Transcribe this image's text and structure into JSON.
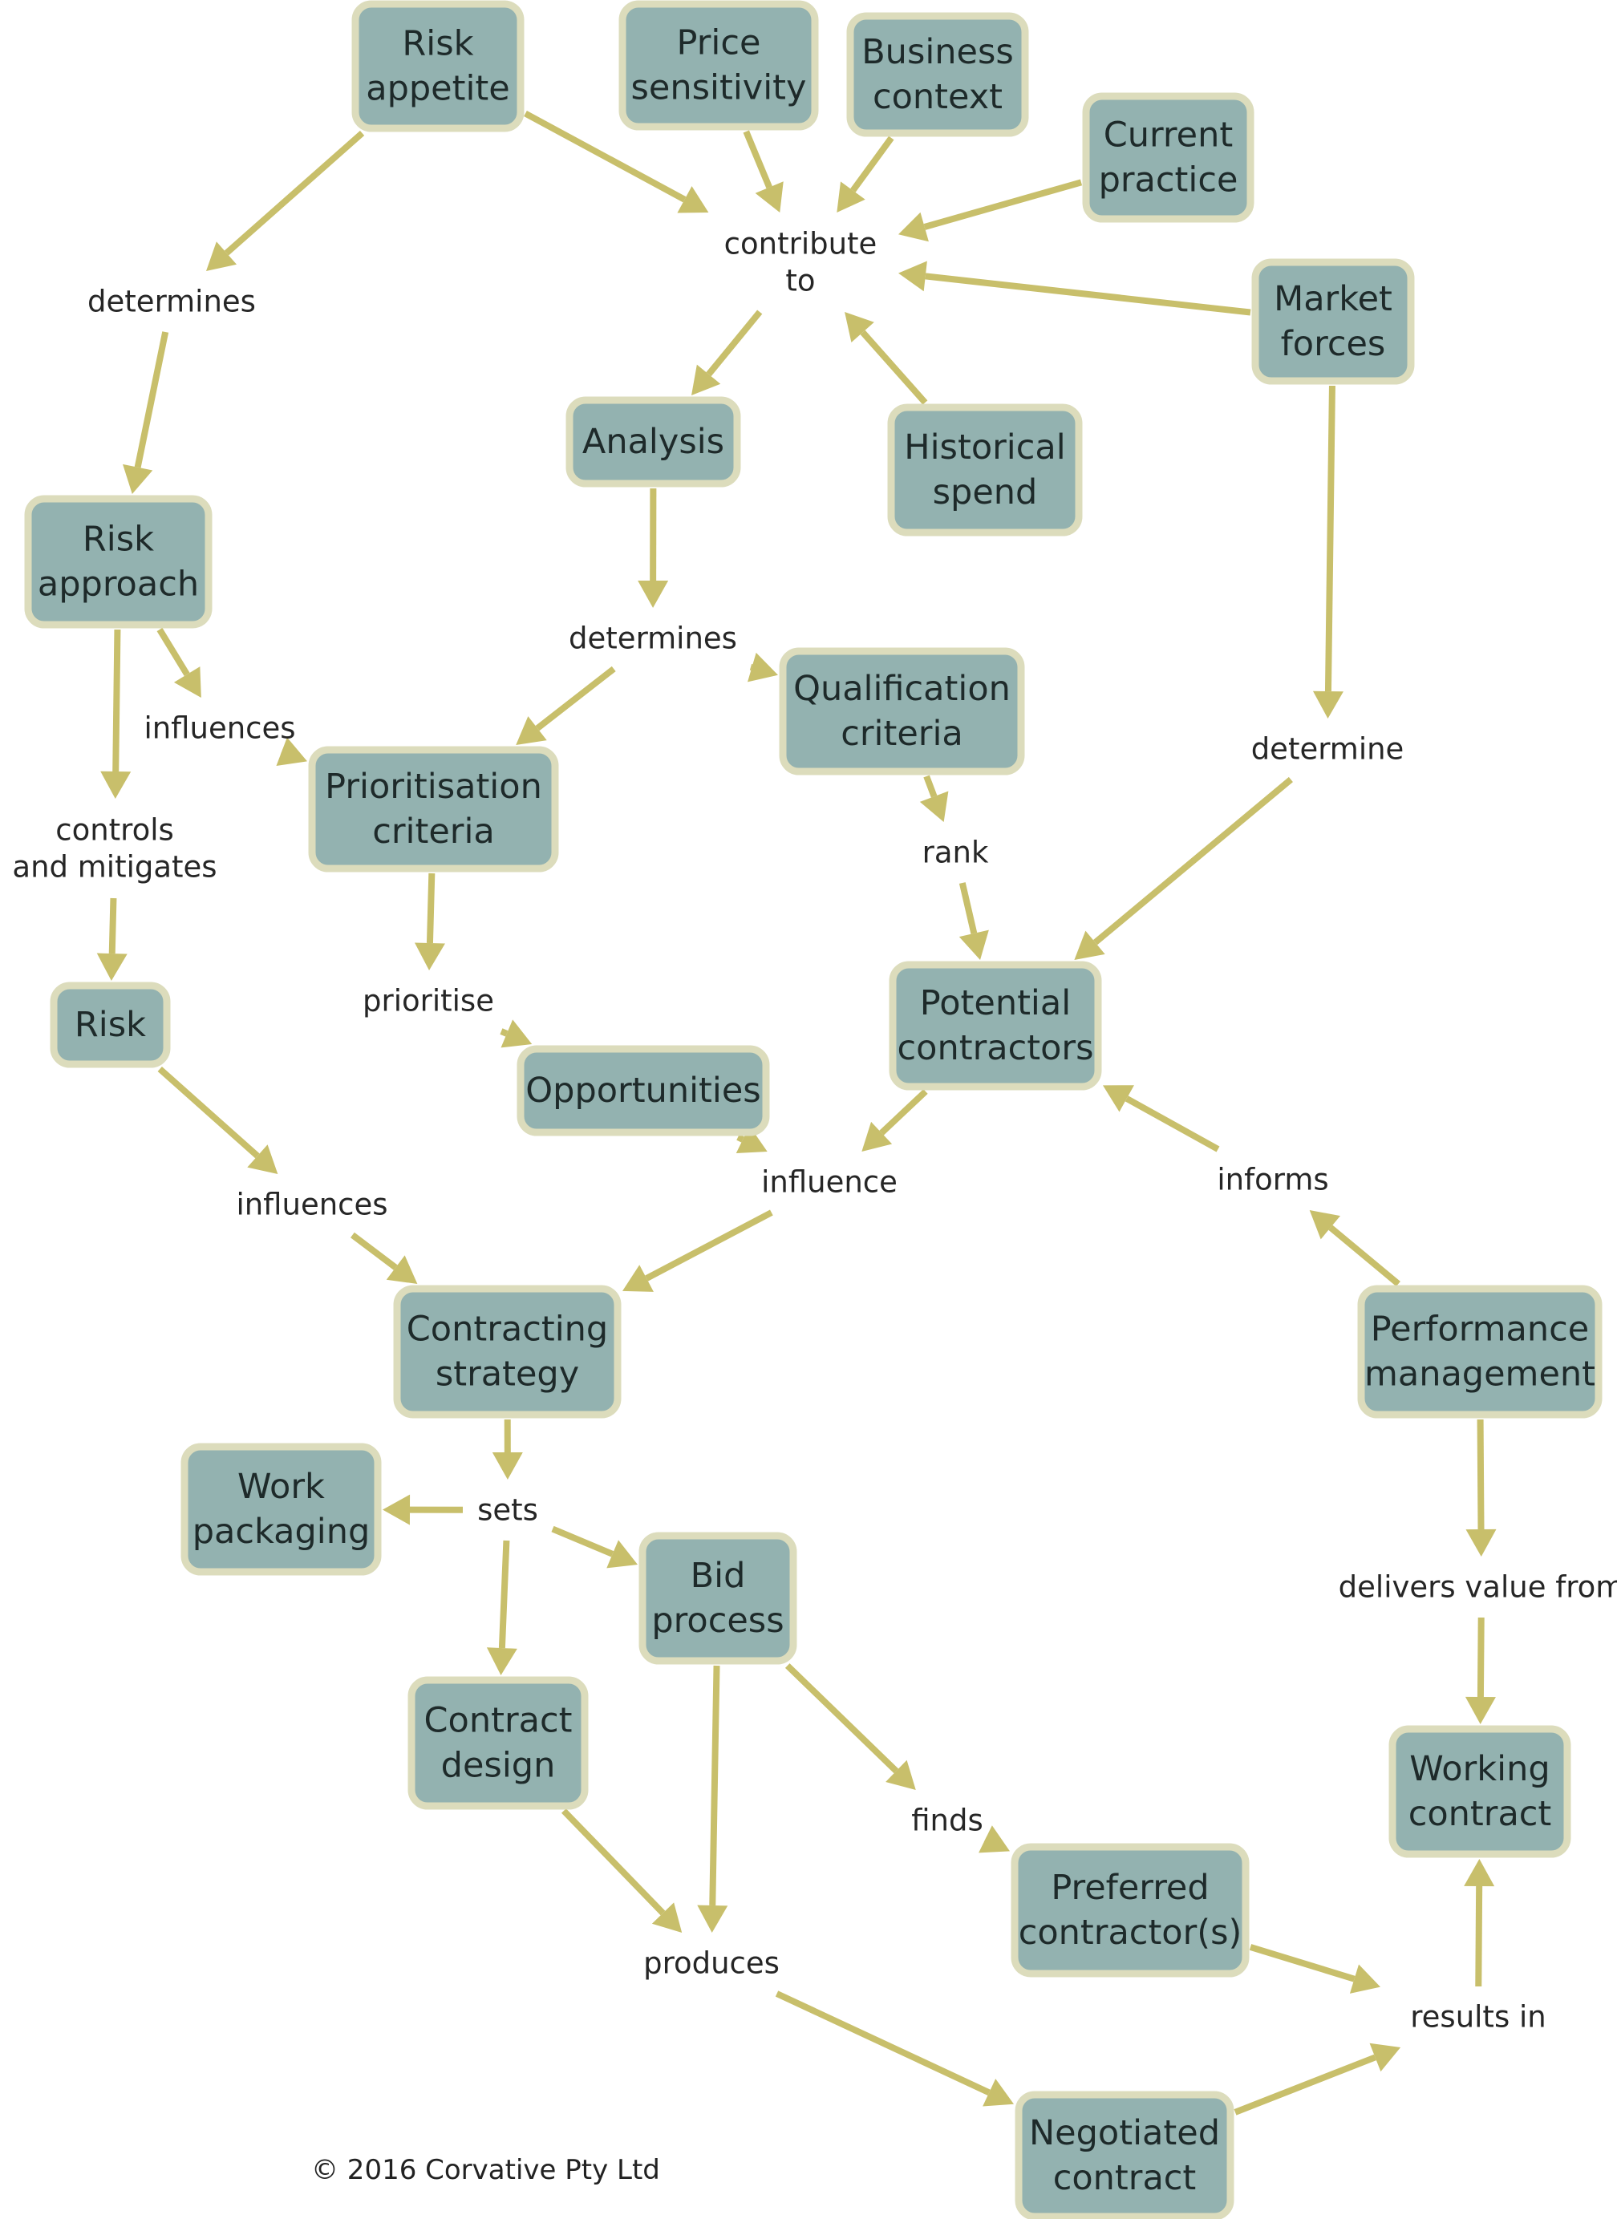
{
  "nodes": [
    {
      "id": "risk-appetite",
      "lines": [
        "Risk",
        "appetite"
      ]
    },
    {
      "id": "price-sensitivity",
      "lines": [
        "Price",
        "sensitivity"
      ]
    },
    {
      "id": "business-context",
      "lines": [
        "Business",
        "context"
      ]
    },
    {
      "id": "current-practice",
      "lines": [
        "Current",
        "practice"
      ]
    },
    {
      "id": "market-forces",
      "lines": [
        "Market",
        "forces"
      ]
    },
    {
      "id": "historical-spend",
      "lines": [
        "Historical",
        "spend"
      ]
    },
    {
      "id": "analysis",
      "lines": [
        "Analysis"
      ]
    },
    {
      "id": "risk-approach",
      "lines": [
        "Risk",
        "approach"
      ]
    },
    {
      "id": "qualification-criteria",
      "lines": [
        "Qualification",
        "criteria"
      ]
    },
    {
      "id": "prioritisation-criteria",
      "lines": [
        "Prioritisation",
        "criteria"
      ]
    },
    {
      "id": "potential-contractors",
      "lines": [
        "Potential",
        "contractors"
      ]
    },
    {
      "id": "risk",
      "lines": [
        "Risk"
      ]
    },
    {
      "id": "opportunities",
      "lines": [
        "Opportunities"
      ]
    },
    {
      "id": "contracting-strategy",
      "lines": [
        "Contracting",
        "strategy"
      ]
    },
    {
      "id": "performance-management",
      "lines": [
        "Performance",
        "management"
      ]
    },
    {
      "id": "work-packaging",
      "lines": [
        "Work",
        "packaging"
      ]
    },
    {
      "id": "bid-process",
      "lines": [
        "Bid",
        "process"
      ]
    },
    {
      "id": "contract-design",
      "lines": [
        "Contract",
        "design"
      ]
    },
    {
      "id": "working-contract",
      "lines": [
        "Working",
        "contract"
      ]
    },
    {
      "id": "preferred-contractors",
      "lines": [
        "Preferred",
        "contractor(s)"
      ]
    },
    {
      "id": "negotiated-contract",
      "lines": [
        "Negotiated",
        "contract"
      ]
    }
  ],
  "links": [
    {
      "id": "determines-1",
      "lines": [
        "determines"
      ]
    },
    {
      "id": "contribute-to",
      "lines": [
        "contribute",
        "to"
      ]
    },
    {
      "id": "determines-2",
      "lines": [
        "determines"
      ]
    },
    {
      "id": "influences-1",
      "lines": [
        "influences"
      ]
    },
    {
      "id": "controls-and-mitigates",
      "lines": [
        "controls",
        "and mitigates"
      ]
    },
    {
      "id": "determine",
      "lines": [
        "determine"
      ]
    },
    {
      "id": "rank",
      "lines": [
        "rank"
      ]
    },
    {
      "id": "prioritise",
      "lines": [
        "prioritise"
      ]
    },
    {
      "id": "influence",
      "lines": [
        "influence"
      ]
    },
    {
      "id": "influences-2",
      "lines": [
        "influences"
      ]
    },
    {
      "id": "informs",
      "lines": [
        "informs"
      ]
    },
    {
      "id": "sets",
      "lines": [
        "sets"
      ]
    },
    {
      "id": "delivers-value-from",
      "lines": [
        "delivers value from"
      ]
    },
    {
      "id": "finds",
      "lines": [
        "finds"
      ]
    },
    {
      "id": "produces",
      "lines": [
        "produces"
      ]
    },
    {
      "id": "results-in",
      "lines": [
        "results in"
      ]
    }
  ],
  "edges": [
    [
      "risk-appetite",
      "determines-1"
    ],
    [
      "risk-appetite",
      "contribute-to"
    ],
    [
      "price-sensitivity",
      "contribute-to"
    ],
    [
      "business-context",
      "contribute-to"
    ],
    [
      "current-practice",
      "contribute-to"
    ],
    [
      "market-forces",
      "contribute-to"
    ],
    [
      "historical-spend",
      "contribute-to"
    ],
    [
      "contribute-to",
      "analysis"
    ],
    [
      "determines-1",
      "risk-approach"
    ],
    [
      "analysis",
      "determines-2"
    ],
    [
      "determines-2",
      "prioritisation-criteria"
    ],
    [
      "determines-2",
      "qualification-criteria"
    ],
    [
      "risk-approach",
      "influences-1"
    ],
    [
      "influences-1",
      "prioritisation-criteria"
    ],
    [
      "risk-approach",
      "controls-and-mitigates"
    ],
    [
      "controls-and-mitigates",
      "risk"
    ],
    [
      "market-forces",
      "determine"
    ],
    [
      "determine",
      "potential-contractors"
    ],
    [
      "qualification-criteria",
      "rank"
    ],
    [
      "rank",
      "potential-contractors"
    ],
    [
      "prioritisation-criteria",
      "prioritise"
    ],
    [
      "prioritise",
      "opportunities"
    ],
    [
      "opportunities",
      "influence"
    ],
    [
      "potential-contractors",
      "influence"
    ],
    [
      "influence",
      "contracting-strategy"
    ],
    [
      "risk",
      "influences-2"
    ],
    [
      "influences-2",
      "contracting-strategy"
    ],
    [
      "performance-management",
      "informs"
    ],
    [
      "informs",
      "potential-contractors"
    ],
    [
      "contracting-strategy",
      "sets"
    ],
    [
      "sets",
      "work-packaging"
    ],
    [
      "sets",
      "bid-process"
    ],
    [
      "sets",
      "contract-design"
    ],
    [
      "performance-management",
      "delivers-value-from"
    ],
    [
      "delivers-value-from",
      "working-contract"
    ],
    [
      "bid-process",
      "finds"
    ],
    [
      "finds",
      "preferred-contractors"
    ],
    [
      "bid-process",
      "produces"
    ],
    [
      "contract-design",
      "produces"
    ],
    [
      "produces",
      "negotiated-contract"
    ],
    [
      "preferred-contractors",
      "results-in"
    ],
    [
      "negotiated-contract",
      "results-in"
    ],
    [
      "results-in",
      "working-contract"
    ]
  ],
  "colors": {
    "node_fill": "#93b2b0",
    "node_border": "#dcdcbc",
    "arrow": "#c8bf6b"
  },
  "copyright": "© 2016 Corvative Pty Ltd"
}
